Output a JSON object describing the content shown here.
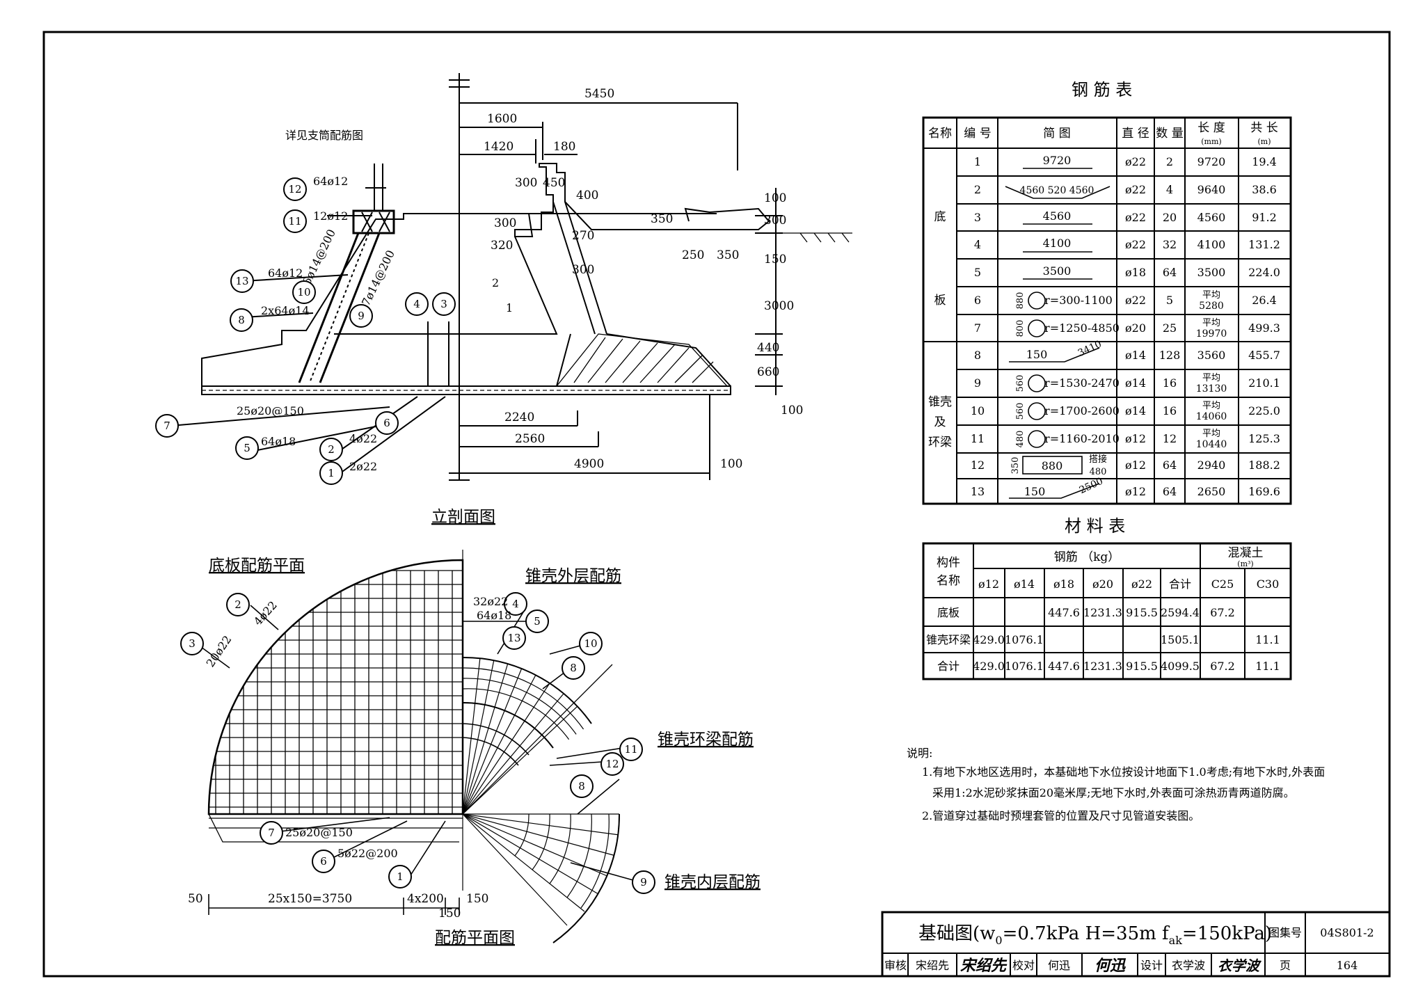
{
  "rebar_table": {
    "title": "钢 筋 表",
    "headers": [
      "名称",
      "编 号",
      "简 图",
      "直 径",
      "数 量",
      "长 度",
      "(mm)",
      "共 长",
      "(m)"
    ],
    "groups": [
      "底",
      "板",
      "锥壳",
      "及",
      "环梁"
    ],
    "rows": [
      {
        "no": "1",
        "sketch": "9720",
        "dia": "ø22",
        "qty": "2",
        "len": "9720",
        "total": "19.4"
      },
      {
        "no": "2",
        "sketch": "4560 520 4560",
        "dia": "ø22",
        "qty": "4",
        "len": "9640",
        "total": "38.6"
      },
      {
        "no": "3",
        "sketch": "4560",
        "dia": "ø22",
        "qty": "20",
        "len": "4560",
        "total": "91.2"
      },
      {
        "no": "4",
        "sketch": "4100",
        "dia": "ø22",
        "qty": "32",
        "len": "4100",
        "total": "131.2"
      },
      {
        "no": "5",
        "sketch": "3500",
        "dia": "ø18",
        "qty": "64",
        "len": "3500",
        "total": "224.0"
      },
      {
        "no": "6",
        "sketch_h": "880",
        "sketch": "r=300-1100",
        "dia": "ø22",
        "qty": "5",
        "len": "平均",
        "len2": "5280",
        "total": "26.4"
      },
      {
        "no": "7",
        "sketch_h": "800",
        "sketch": "r=1250-4850",
        "dia": "ø20",
        "qty": "25",
        "len": "平均",
        "len2": "19970",
        "total": "499.3"
      },
      {
        "no": "8",
        "sketch_h": "150",
        "sketch": "3410",
        "dia": "ø14",
        "qty": "128",
        "len": "3560",
        "total": "455.7"
      },
      {
        "no": "9",
        "sketch_h": "560",
        "sketch": "r=1530-2470",
        "dia": "ø14",
        "qty": "16",
        "len": "平均",
        "len2": "13130",
        "total": "210.1"
      },
      {
        "no": "10",
        "sketch_h": "560",
        "sketch": "r=1700-2600",
        "dia": "ø14",
        "qty": "16",
        "len": "平均",
        "len2": "14060",
        "total": "225.0"
      },
      {
        "no": "11",
        "sketch_h": "480",
        "sketch": "r=1160-2010",
        "dia": "ø12",
        "qty": "12",
        "len": "平均",
        "len2": "10440",
        "total": "125.3"
      },
      {
        "no": "12",
        "sketch_h": "350",
        "sketch": "880",
        "sketch2": "搭接",
        "sketch3": "480",
        "dia": "ø12",
        "qty": "64",
        "len": "2940",
        "total": "188.2"
      },
      {
        "no": "13",
        "sketch_h": "150",
        "sketch": "2500",
        "dia": "ø12",
        "qty": "64",
        "len": "2650",
        "total": "169.6"
      }
    ]
  },
  "material_table": {
    "title": "材 料 表",
    "h_member": "构件",
    "h_member2": "名称",
    "h_steel": "钢筋 （kg）",
    "h_concrete": "混凝土",
    "h_concrete_unit": "(m³)",
    "cols": [
      "ø12",
      "ø14",
      "ø18",
      "ø20",
      "ø22",
      "合计",
      "C25",
      "C30"
    ],
    "rows": [
      {
        "name": "底板",
        "vals": [
          "",
          "",
          "447.6",
          "1231.3",
          "915.5",
          "2594.4",
          "67.2",
          ""
        ]
      },
      {
        "name": "锥壳环梁",
        "vals": [
          "429.0",
          "1076.1",
          "",
          "",
          "",
          "1505.1",
          "",
          "11.1"
        ]
      },
      {
        "name": "合计",
        "vals": [
          "429.0",
          "1076.1",
          "447.6",
          "1231.3",
          "915.5",
          "4099.5",
          "67.2",
          "11.1"
        ]
      }
    ]
  },
  "notes": {
    "title": "说明:",
    "line1": "1.有地下水地区选用时，本基础地下水位按设计地面下1.0考虑;有地下水时,外表面",
    "line2": "采用1:2水泥砂浆抹面20毫米厚;无地下水时,外表面可涂热沥青两道防腐。",
    "line3": "2.管道穿过基础时预埋套管的位置及尺寸见管道安装图。"
  },
  "section": {
    "caption": "立剖面图",
    "note_top": "详见支筒配筋图",
    "dims": [
      "5450",
      "1600",
      "1420",
      "180",
      "300",
      "450",
      "400",
      "300",
      "320",
      "270",
      "350",
      "300",
      "100",
      "150",
      "250",
      "350",
      "300",
      "3000",
      "440",
      "660",
      "100",
      "2240",
      "2560",
      "4900",
      "100"
    ],
    "labels": {
      "b12": "64ø12",
      "b11": "12ø12",
      "b13": "64ø12",
      "b10": "16ø14@200",
      "b9": "17ø14@200",
      "b8": "2x64ø14",
      "b7": "25ø20@150",
      "b5": "64ø18",
      "b2": "4ø22",
      "b1": "2ø22"
    },
    "slope1": "2",
    "slope2": "1"
  },
  "plan": {
    "caption": "配筋平面图",
    "t_base": "底板配筋平面",
    "t_outer": "锥壳外层配筋",
    "t_ring": "锥壳环梁配筋",
    "t_inner": "锥壳内层配筋",
    "l2": "4ø22",
    "l3": "20ø22",
    "l4": "32ø22",
    "l5": "64ø18",
    "l7": "25ø20@150",
    "l6": "5ø22@200",
    "d1": "25x150=3750",
    "d2": "4x200",
    "d3": "150",
    "d4": "150",
    "d5": "50"
  },
  "bubbles": [
    "1",
    "2",
    "3",
    "4",
    "5",
    "6",
    "7",
    "8",
    "9",
    "10",
    "11",
    "12",
    "13"
  ],
  "title_block": {
    "title_main": "基础图(w",
    "title_sub0": "0",
    "title_mid": "=0.7kPa H=35m f",
    "title_sub1": "ak",
    "title_end": "=150kPa)",
    "atlas_label": "图集号",
    "atlas_no": "04S801-2",
    "review_label": "审核",
    "reviewer": "宋绍先",
    "reviewer_sig": "宋绍先",
    "check_label": "校对",
    "checker": "何迅",
    "checker_sig": "何迅",
    "design_label": "设计",
    "designer": "衣学波",
    "designer_sig": "衣学波",
    "page_label": "页",
    "page_no": "164"
  }
}
